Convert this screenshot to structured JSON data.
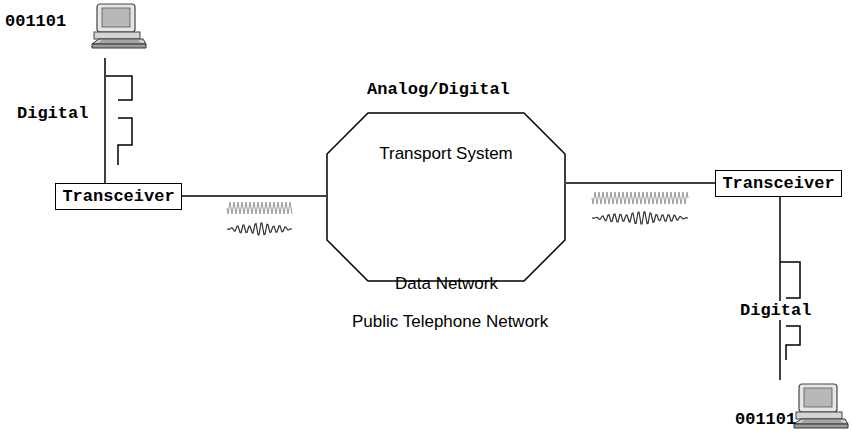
{
  "diagram": {
    "nodes": [
      {
        "text": [
          "001101"
        ]
      },
      {
        "text": [
          "Transceiver"
        ]
      },
      {
        "text": [
          "Transport System"
        ]
      },
      {
        "text": [
          "Transceiver"
        ]
      },
      {
        "text": [
          "001101"
        ]
      }
    ],
    "edges": [
      {
        "from": 0,
        "to": 1,
        "arrow": "none",
        "label": "Digital"
      },
      {
        "from": 1,
        "to": 2,
        "arrow": "none"
      },
      {
        "from": 2,
        "to": 3,
        "arrow": "none"
      },
      {
        "from": 3,
        "to": 4,
        "arrow": "none",
        "label": "Digital"
      }
    ],
    "labels": [
      "Analog/Digital",
      "Data Network",
      "Public Telephone Network"
    ]
  }
}
